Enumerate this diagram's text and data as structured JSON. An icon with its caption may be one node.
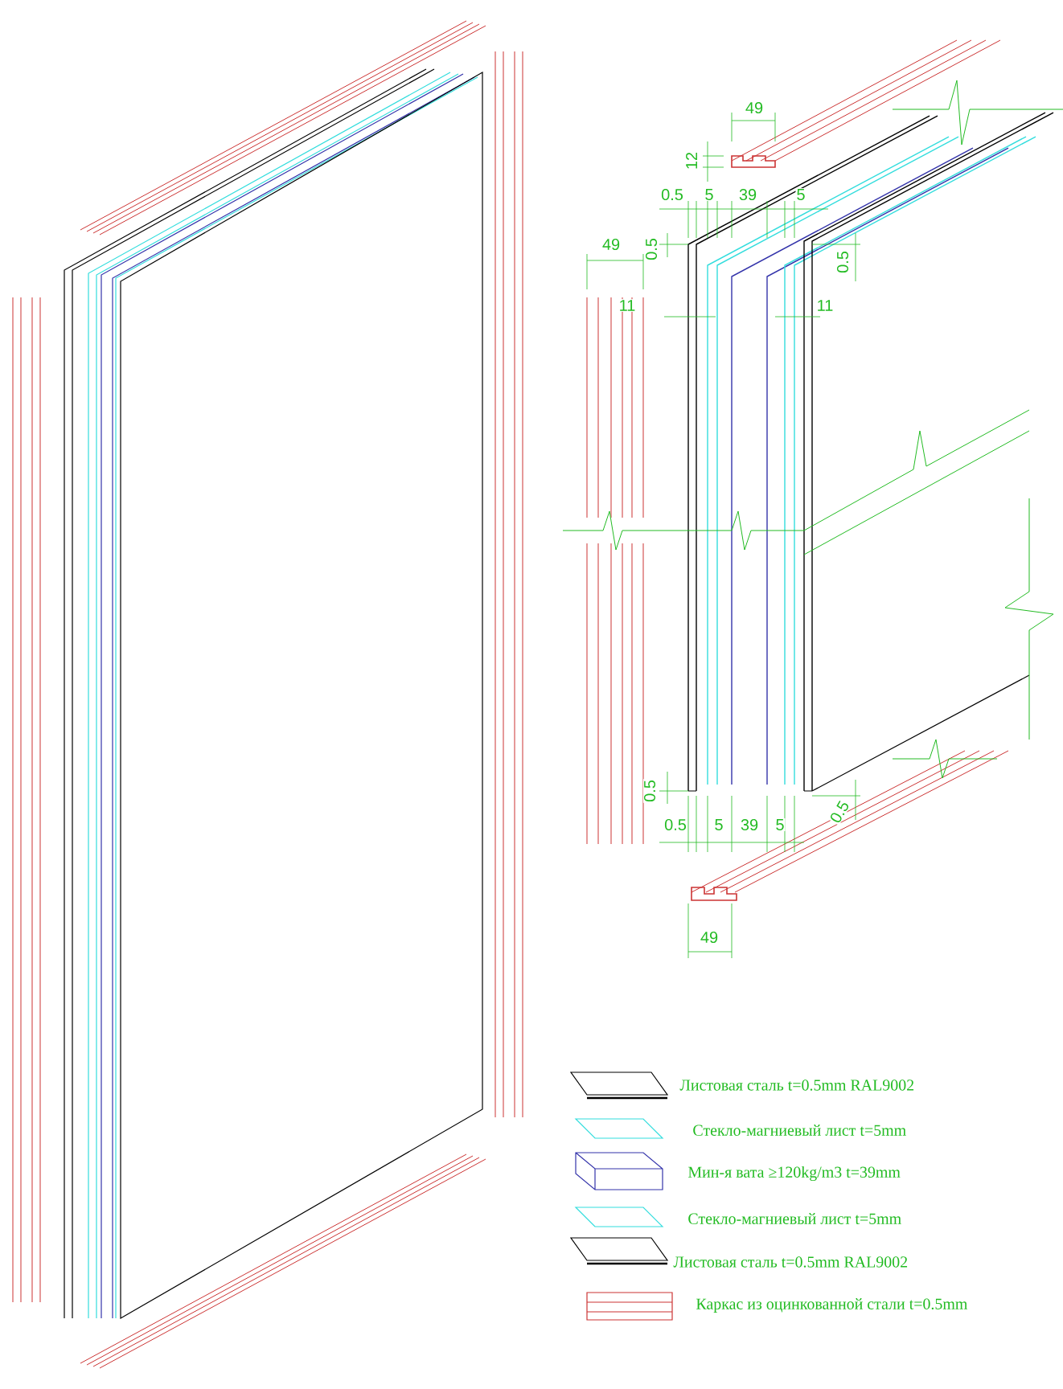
{
  "diagram": {
    "labels": [
      "49",
      "12",
      "0.5",
      "5",
      "39",
      "5",
      "49",
      "0.5",
      "0.5",
      "11",
      "11",
      "0.5",
      "0.5",
      "0.5",
      "5",
      "39",
      "5",
      "49"
    ],
    "legend": [
      {
        "text": "Листовая сталь t=0.5mm RAL9002"
      },
      {
        "text": "Стекло-магниевый лист t=5mm"
      },
      {
        "text": "Мин-я вата ≥120kg/m3 t=39mm"
      },
      {
        "text": "Стекло-магниевый лист t=5mm"
      },
      {
        "text": "Листовая сталь t=0.5mm RAL9002"
      },
      {
        "text": "Каркас из оцинкованной стали t=0.5mm"
      }
    ]
  }
}
